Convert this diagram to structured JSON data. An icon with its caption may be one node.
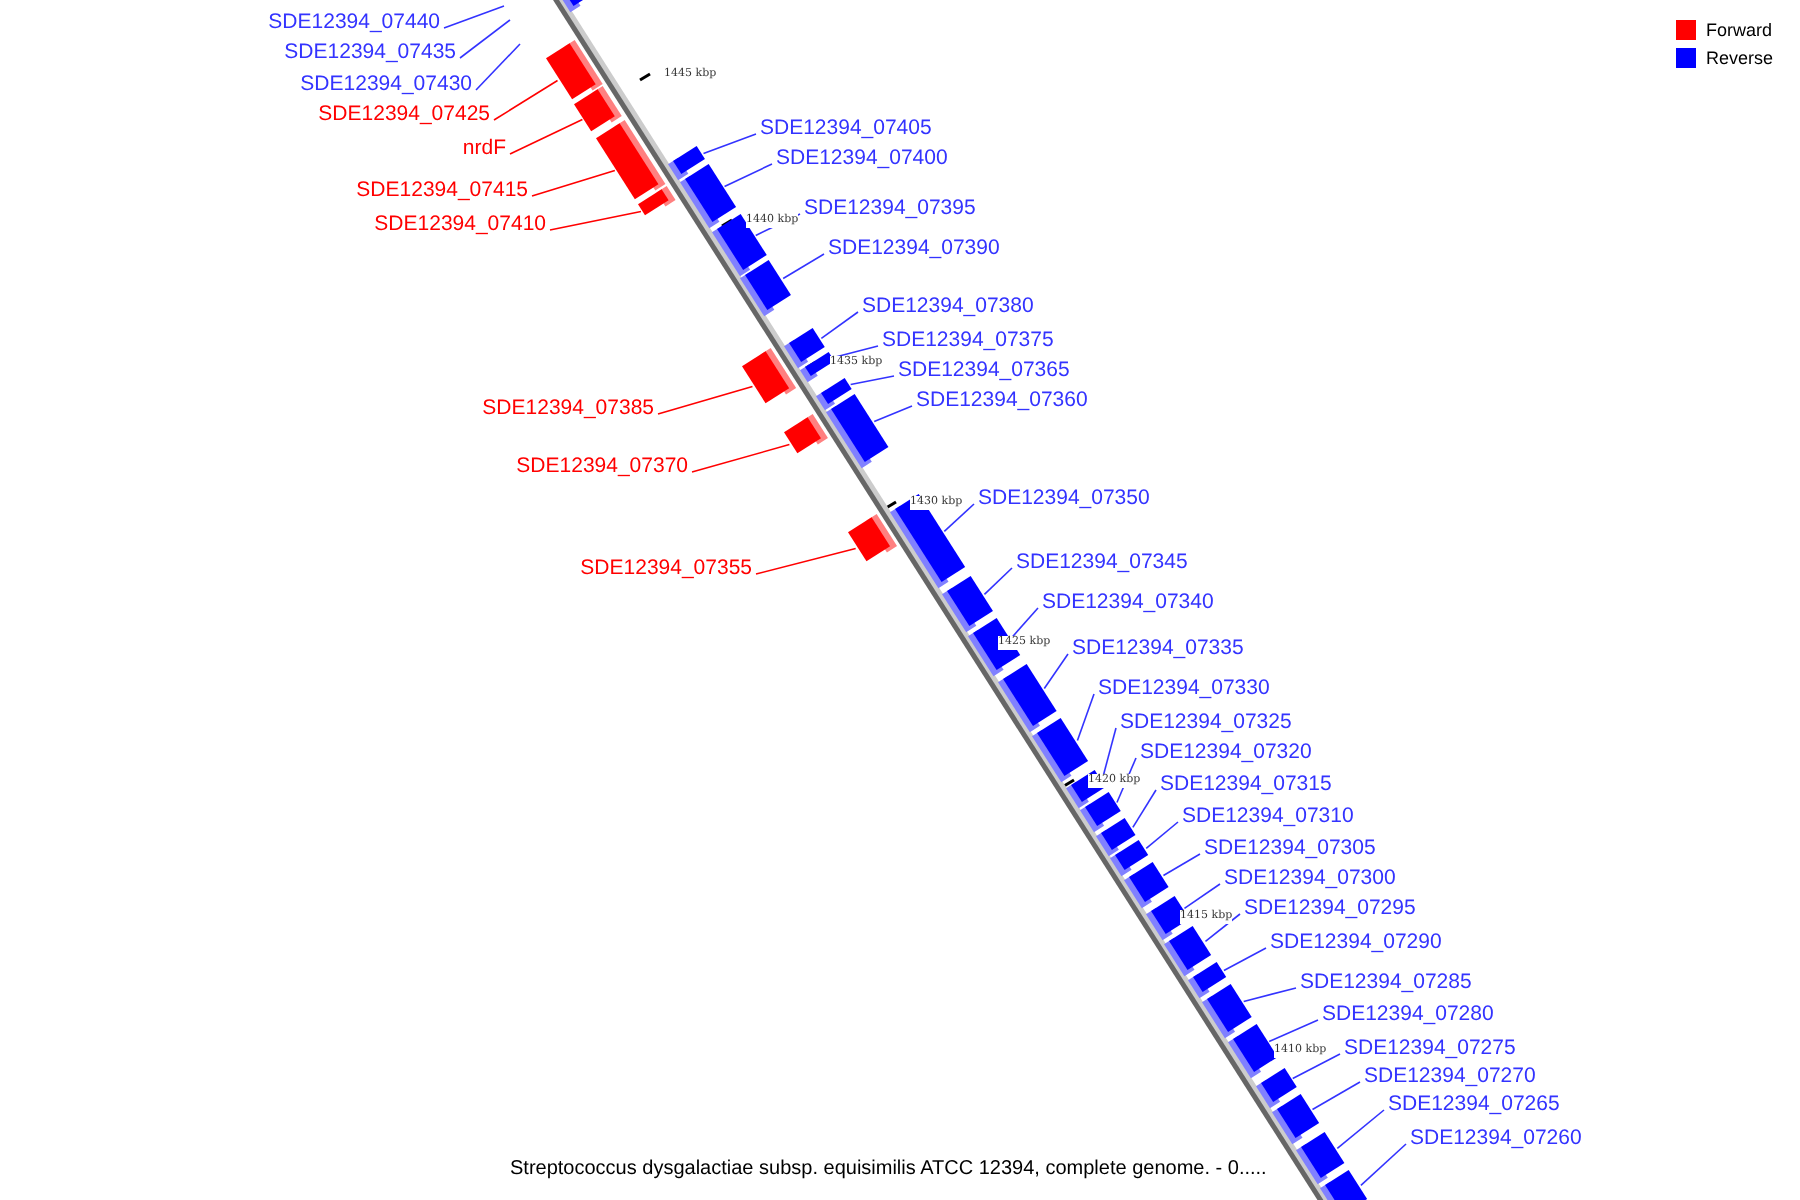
{
  "diagram": {
    "caption": "Streptococcus dysgalactiae subsp. equisimilis ATCC 12394, complete genome. - 0.....",
    "nodes": [
      {
        "text": [
          "SDE12394_07440"
        ]
      },
      {
        "text": [
          "SDE12394_07435"
        ]
      },
      {
        "text": [
          "SDE12394_07430"
        ]
      },
      {
        "text": [
          "SDE12394_07425"
        ]
      },
      {
        "text": [
          "nrdF"
        ]
      },
      {
        "text": [
          "SDE12394_07415"
        ]
      },
      {
        "text": [
          "SDE12394_07410"
        ]
      },
      {
        "text": [
          "SDE12394_07405"
        ]
      },
      {
        "text": [
          "SDE12394_07400"
        ]
      },
      {
        "text": [
          "SDE12394_07395"
        ]
      },
      {
        "text": [
          "SDE12394_07390"
        ]
      },
      {
        "text": [
          "SDE12394_07380"
        ]
      },
      {
        "text": [
          "SDE12394_07375"
        ]
      },
      {
        "text": [
          "SDE12394_07365"
        ]
      },
      {
        "text": [
          "SDE12394_07360"
        ]
      },
      {
        "text": [
          "SDE12394_07385"
        ]
      },
      {
        "text": [
          "SDE12394_07370"
        ]
      },
      {
        "text": [
          "SDE12394_07350"
        ]
      },
      {
        "text": [
          "SDE12394_07355"
        ]
      },
      {
        "text": [
          "SDE12394_07345"
        ]
      },
      {
        "text": [
          "SDE12394_07340"
        ]
      },
      {
        "text": [
          "SDE12394_07335"
        ]
      },
      {
        "text": [
          "SDE12394_07330"
        ]
      },
      {
        "text": [
          "SDE12394_07325"
        ]
      },
      {
        "text": [
          "SDE12394_07320"
        ]
      },
      {
        "text": [
          "SDE12394_07315"
        ]
      },
      {
        "text": [
          "SDE12394_07310"
        ]
      },
      {
        "text": [
          "SDE12394_07305"
        ]
      },
      {
        "text": [
          "SDE12394_07300"
        ]
      },
      {
        "text": [
          "SDE12394_07295"
        ]
      },
      {
        "text": [
          "SDE12394_07290"
        ]
      },
      {
        "text": [
          "SDE12394_07285"
        ]
      },
      {
        "text": [
          "SDE12394_07280"
        ]
      },
      {
        "text": [
          "SDE12394_07275"
        ]
      },
      {
        "text": [
          "SDE12394_07270"
        ]
      },
      {
        "text": [
          "SDE12394_07265"
        ]
      },
      {
        "text": [
          "SDE12394_07260"
        ]
      },
      {
        "text": [],
        "shape": "box"
      },
      {
        "text": [],
        "shape": "box"
      },
      {
        "text": [],
        "shape": "box"
      },
      {
        "text": [],
        "shape": "box"
      },
      {
        "text": [],
        "shape": "box"
      },
      {
        "text": [],
        "shape": "box"
      },
      {
        "text": [],
        "shape": "box"
      },
      {
        "text": [],
        "shape": "box"
      },
      {
        "text": [],
        "shape": "box"
      },
      {
        "text": [],
        "shape": "box"
      },
      {
        "text": [],
        "shape": "box"
      },
      {
        "text": [],
        "shape": "box"
      },
      {
        "text": [],
        "shape": "box"
      },
      {
        "text": [],
        "shape": "box"
      },
      {
        "text": [],
        "shape": "box"
      },
      {
        "text": [],
        "shape": "box"
      },
      {
        "text": [],
        "shape": "box"
      },
      {
        "text": [],
        "shape": "box"
      },
      {
        "text": [],
        "shape": "box"
      },
      {
        "text": [],
        "shape": "box"
      },
      {
        "text": [],
        "shape": "box"
      },
      {
        "text": [],
        "shape": "box"
      },
      {
        "text": [],
        "shape": "box"
      },
      {
        "text": [],
        "shape": "box"
      },
      {
        "text": [],
        "shape": "box"
      },
      {
        "text": [],
        "shape": "box"
      },
      {
        "text": [],
        "shape": "box"
      },
      {
        "text": [],
        "shape": "box"
      },
      {
        "text": [],
        "shape": "box"
      },
      {
        "text": [],
        "shape": "box"
      },
      {
        "text": [],
        "shape": "box"
      },
      {
        "text": [],
        "shape": "box"
      },
      {
        "text": [],
        "shape": "box"
      },
      {
        "text": [],
        "shape": "box"
      },
      {
        "text": [],
        "shape": "box"
      }
    ],
    "edges": [
      {
        "from": 0,
        "to": null,
        "arrow": "none"
      },
      {
        "from": 1,
        "to": null,
        "arrow": "none"
      },
      {
        "from": 2,
        "to": null,
        "arrow": "none"
      },
      {
        "from": 3,
        "to": 38,
        "arrow": "none",
        "color": "#ff0000"
      },
      {
        "from": 4,
        "to": 39,
        "arrow": "none",
        "color": "#ff0000"
      },
      {
        "from": 5,
        "to": 40,
        "arrow": "none",
        "color": "#ff0000"
      },
      {
        "from": 6,
        "to": 42,
        "arrow": "none",
        "color": "#ff0000"
      },
      {
        "from": 7,
        "to": 41,
        "arrow": "none"
      },
      {
        "from": 8,
        "to": 43,
        "arrow": "none"
      },
      {
        "from": 9,
        "to": 44,
        "arrow": "none"
      },
      {
        "from": 10,
        "to": 45,
        "arrow": "none"
      },
      {
        "from": 11,
        "to": 47,
        "arrow": "none"
      },
      {
        "from": 12,
        "to": 48,
        "arrow": "none"
      },
      {
        "from": 13,
        "to": 49,
        "arrow": "none"
      },
      {
        "from": 14,
        "to": 51,
        "arrow": "none"
      },
      {
        "from": 15,
        "to": 46,
        "arrow": "none",
        "color": "#ff0000"
      },
      {
        "from": 16,
        "to": 50,
        "arrow": "none",
        "color": "#ff0000"
      },
      {
        "from": 17,
        "to": 53,
        "arrow": "none"
      },
      {
        "from": 18,
        "to": 52,
        "arrow": "none",
        "color": "#ff0000"
      },
      {
        "from": 19,
        "to": 54,
        "arrow": "none"
      },
      {
        "from": 20,
        "to": 55,
        "arrow": "none"
      },
      {
        "from": 21,
        "to": 56,
        "arrow": "none"
      },
      {
        "from": 22,
        "to": 57,
        "arrow": "none"
      },
      {
        "from": 23,
        "to": 58,
        "arrow": "none"
      },
      {
        "from": 24,
        "to": 59,
        "arrow": "none"
      },
      {
        "from": 25,
        "to": 60,
        "arrow": "none"
      },
      {
        "from": 26,
        "to": 61,
        "arrow": "none"
      },
      {
        "from": 27,
        "to": 62,
        "arrow": "none"
      },
      {
        "from": 28,
        "to": 63,
        "arrow": "none"
      },
      {
        "from": 29,
        "to": 64,
        "arrow": "none"
      },
      {
        "from": 30,
        "to": 65,
        "arrow": "none"
      },
      {
        "from": 31,
        "to": 66,
        "arrow": "none"
      },
      {
        "from": 32,
        "to": 67,
        "arrow": "none"
      },
      {
        "from": 33,
        "to": 68,
        "arrow": "none"
      },
      {
        "from": 34,
        "to": 69,
        "arrow": "none"
      },
      {
        "from": 35,
        "to": 70,
        "arrow": "none"
      },
      {
        "from": 36,
        "to": 71,
        "arrow": "none"
      }
    ],
    "labels": [
      "1445 kbp",
      "1440 kbp",
      "1435 kbp",
      "1430 kbp",
      "1425 kbp",
      "1420 kbp",
      "1415 kbp",
      "1410 kbp"
    ],
    "legend": [
      {
        "text": "Forward",
        "color": "#ff0000"
      },
      {
        "text": "Reverse",
        "color": "#0000ff"
      }
    ]
  }
}
